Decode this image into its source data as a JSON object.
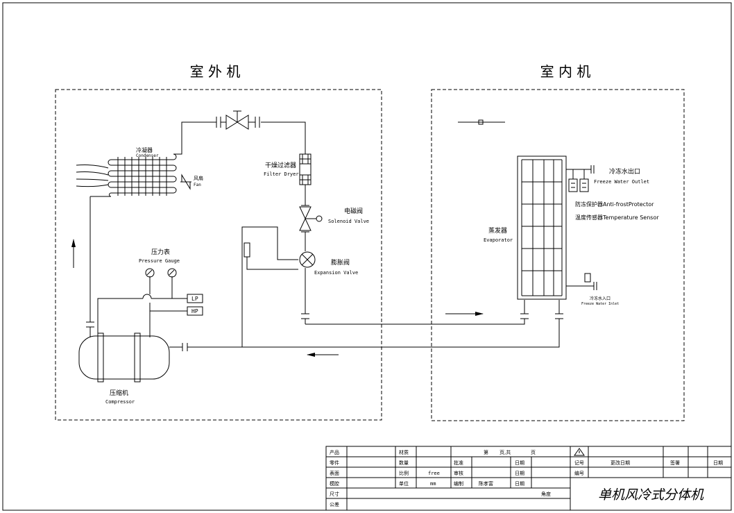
{
  "units": {
    "outdoor_title": "室 外 机",
    "indoor_title": "室 内 机"
  },
  "labels": {
    "condenser_cn": "冷凝器",
    "condenser_en": "Condenser",
    "fan_cn": "风扇",
    "fan_en": "Fan",
    "filter_cn": "干燥过滤器",
    "filter_en": "Filter Dryer",
    "solenoid_cn": "电磁阀",
    "solenoid_en": "Solenoid Valve",
    "gauge_cn": "压力表",
    "gauge_en": "Pressure Gauge",
    "lp": "LP",
    "hp": "HP",
    "expansion_cn": "膨胀阀",
    "expansion_en": "Expansion Valve",
    "compressor_cn": "压缩机",
    "compressor_en": "Compressor",
    "evaporator_cn": "蒸发器",
    "evaporator_en": "Evaporator",
    "outlet_cn": "冷冻水出口",
    "outlet_en": "Freeze Water Outlet",
    "antifrost": "防冻保护器Anti-frostProtector",
    "temp_sensor": "温度传感器Temperature Sensor",
    "inlet_cn": "冷冻水入口",
    "inlet_en": "Freeze Water Inlet"
  },
  "title_block": {
    "r1": [
      "产品",
      "材质",
      "第",
      "页,共",
      "页"
    ],
    "r2": [
      "零件",
      "数量",
      "批准",
      "日期",
      "记号",
      "更改日期",
      "签署",
      "日期"
    ],
    "r3": [
      "表面",
      "比例",
      "free",
      "审核",
      "日期",
      "编号"
    ],
    "r4": [
      "模腔",
      "单位",
      "mm",
      "编制",
      "陈孝富",
      "日期"
    ],
    "r5": [
      "尺寸",
      "角度"
    ],
    "r6": [
      "公差"
    ],
    "title": "单机风冷式分体机"
  }
}
